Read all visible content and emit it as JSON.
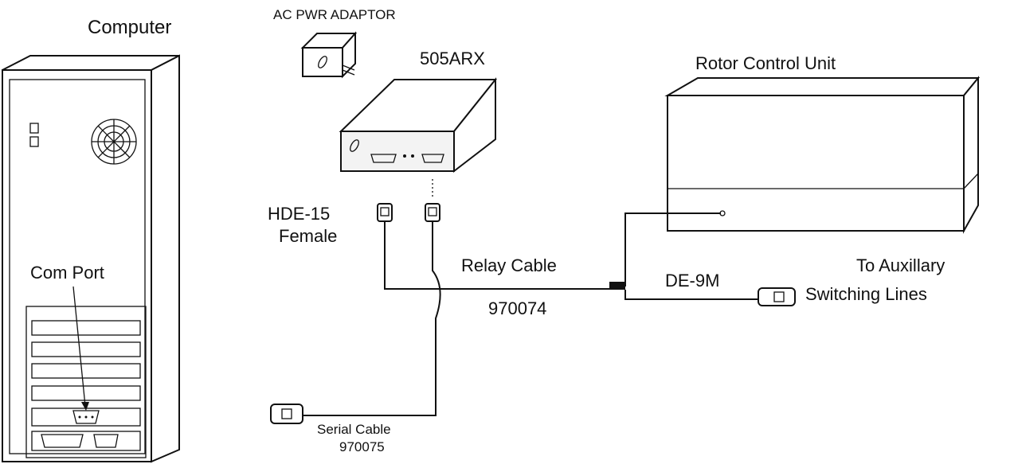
{
  "labels": {
    "computer": "Computer",
    "ac_adaptor": "AC PWR ADAPTOR",
    "device": "505ARX",
    "rotor": "Rotor Control Unit",
    "hde15_line1": "HDE-15",
    "hde15_line2": "Female",
    "com_port": "Com Port",
    "relay_cable": "Relay Cable",
    "relay_cable_pn": "970074",
    "de9m": "DE-9M",
    "aux_line1": "To Auxillary",
    "aux_line2": "Switching Lines",
    "serial_cable": "Serial Cable",
    "serial_cable_pn": "970075"
  },
  "icons": [
    "computer-tower",
    "ac-adaptor",
    "interface-box-505arx",
    "rotor-control-unit",
    "db-connector"
  ]
}
